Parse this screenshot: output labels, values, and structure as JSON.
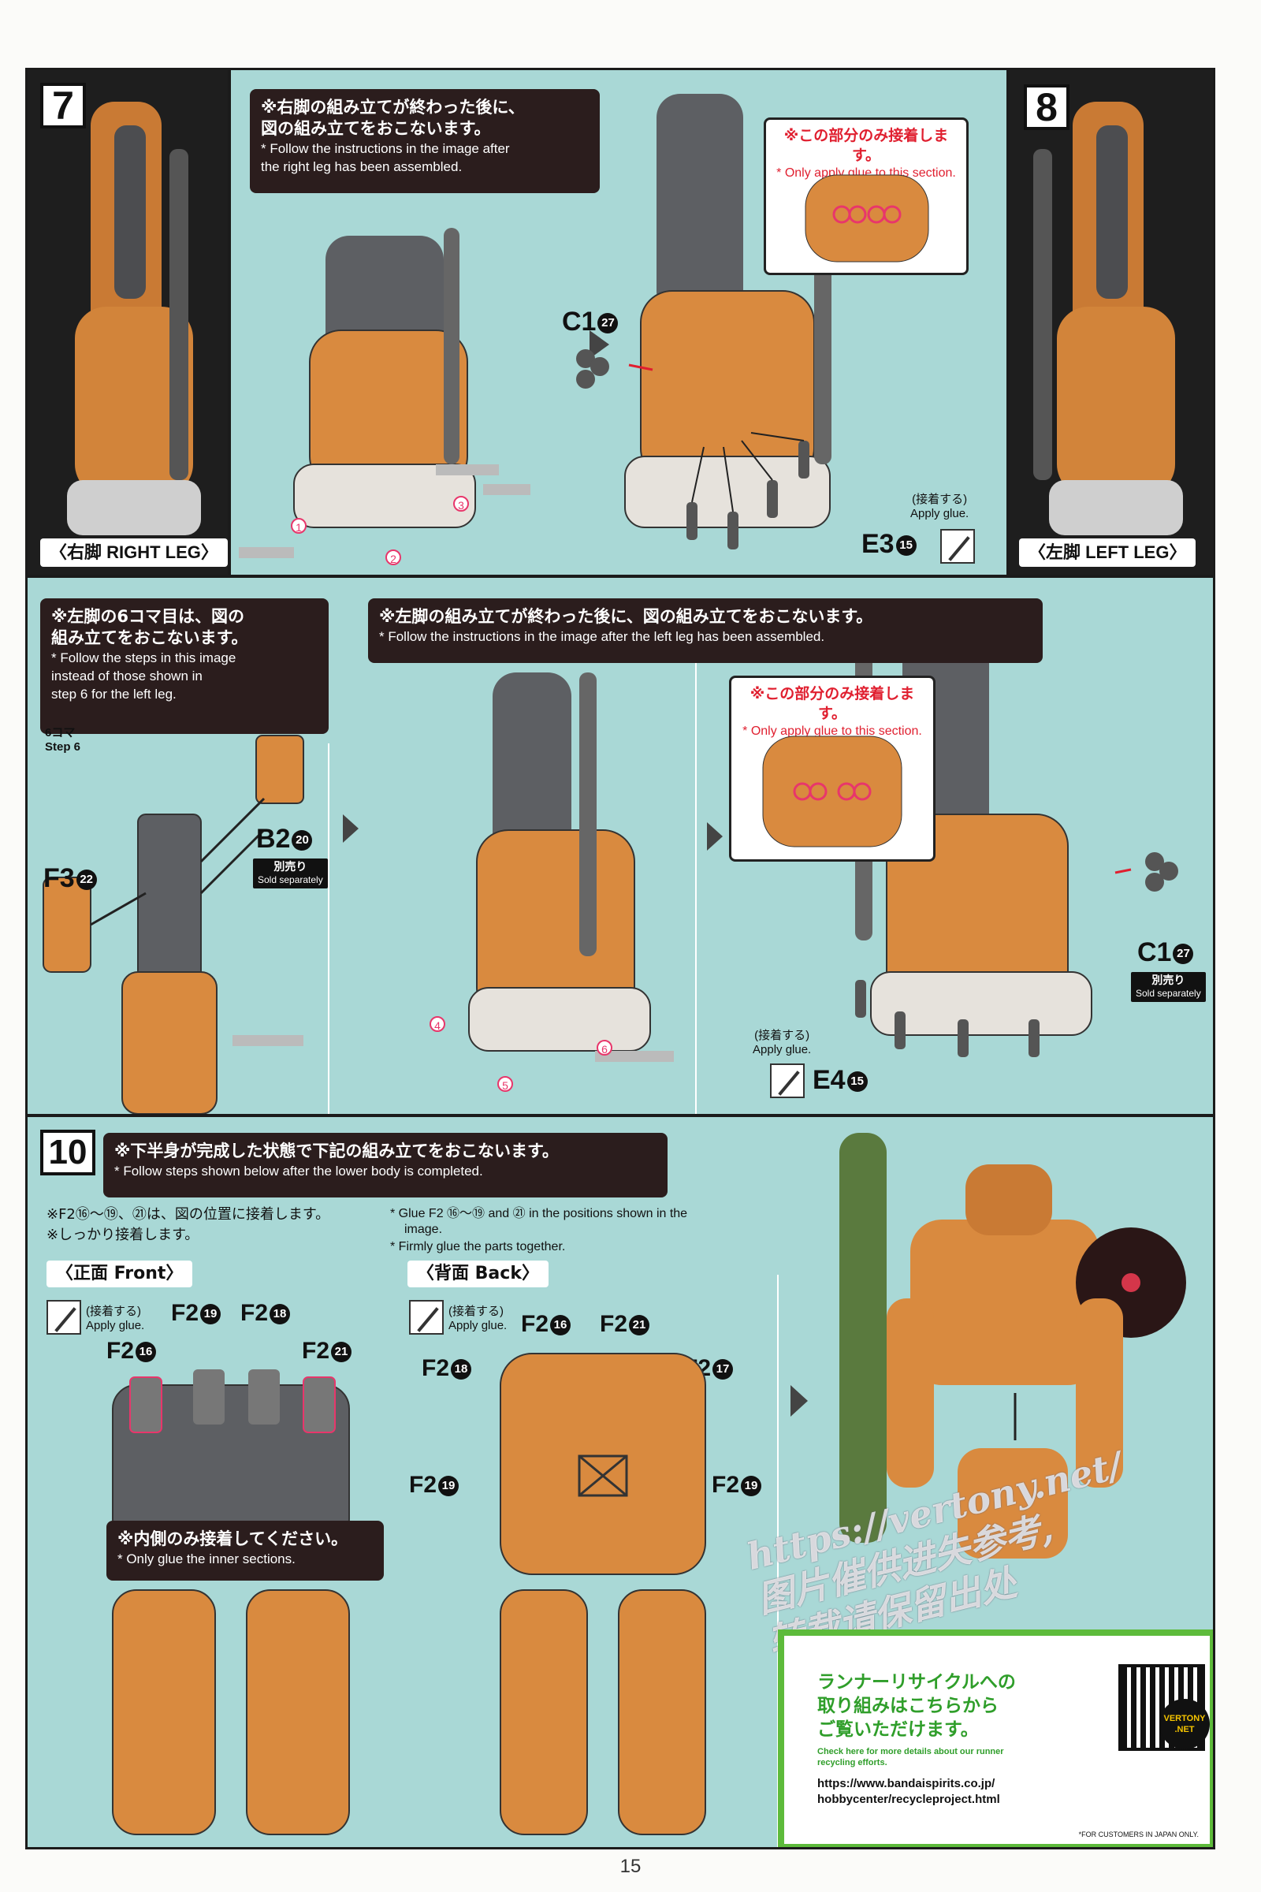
{
  "step7": {
    "number": "7",
    "note_jp_1": "※右脚の組み立てが終わった後に、",
    "note_jp_2": "図の組み立てをおこないます。",
    "note_en_1": "* Follow the instructions in the image after",
    "note_en_2": "the right leg has been assembled.",
    "glue_jp": "※この部分のみ接着します。",
    "glue_en": "* Only apply glue to this section.",
    "part_c1": "C1",
    "part_c1_num": "27",
    "part_e3": "E3",
    "part_e3_num": "15",
    "apply_glue_jp": "(接着する)",
    "apply_glue_en": "Apply glue.",
    "callouts": [
      "1",
      "2",
      "3"
    ],
    "leg_label": "〈右脚 RIGHT LEG〉"
  },
  "step8": {
    "number": "8",
    "leg_label": "〈左脚 LEFT LEG〉"
  },
  "step9": {
    "note1_jp_1": "※左脚の6コマ目は、図の",
    "note1_jp_2": "組み立てをおこないます。",
    "note1_en_1": "* Follow the steps in this image",
    "note1_en_2": "instead of those shown in",
    "note1_en_3": "step 6 for the left leg.",
    "step_label_jp": "6コマ",
    "step_label_en": "Step 6",
    "part_b2": "B2",
    "part_b2_num": "20",
    "part_f3": "F3",
    "part_f3_num": "22",
    "sold_jp": "別売り",
    "sold_en": "Sold separately",
    "note2_jp": "※左脚の組み立てが終わった後に、図の組み立てをおこないます。",
    "note2_en": "* Follow the instructions in the image after the left leg has been assembled.",
    "glue_jp": "※この部分のみ接着します。",
    "glue_en": "* Only apply glue to this section.",
    "callouts": [
      "4",
      "5",
      "6"
    ],
    "apply_glue_jp": "(接着する)",
    "apply_glue_en": "Apply glue.",
    "part_e4": "E4",
    "part_e4_num": "15",
    "part_c1": "C1",
    "part_c1_num": "27",
    "sold2_jp": "別売り",
    "sold2_en": "Sold separately"
  },
  "step10": {
    "number": "10",
    "note_jp": "※下半身が完成した状態で下記の組み立てをおこないます。",
    "note_en": "* Follow steps shown below after the lower body is completed.",
    "inst_jp_1": "※F2⑯～⑲、㉑は、図の位置に接着します。",
    "inst_jp_2": "※しっかり接着します。",
    "inst_en_1": "* Glue F2 ⑯～⑲ and ㉑ in the positions shown in the",
    "inst_en_2": "image.",
    "inst_en_3": "* Firmly glue the parts together.",
    "front_label": "〈正面 Front〉",
    "back_label": "〈背面 Back〉",
    "apply_glue_jp": "(接着する)",
    "apply_glue_en": "Apply glue.",
    "front_parts": [
      {
        "name": "F2",
        "num": "16"
      },
      {
        "name": "F2",
        "num": "19"
      },
      {
        "name": "F2",
        "num": "18"
      },
      {
        "name": "F2",
        "num": "21"
      }
    ],
    "back_parts": [
      {
        "name": "F2",
        "num": "16"
      },
      {
        "name": "F2",
        "num": "21"
      },
      {
        "name": "F2",
        "num": "18"
      },
      {
        "name": "F2",
        "num": "17"
      },
      {
        "name": "F2",
        "num": "19"
      },
      {
        "name": "F2",
        "num": "19"
      }
    ],
    "inner_jp": "※内側のみ接着してください。",
    "inner_en": "* Only glue the inner sections."
  },
  "recycle": {
    "jp_1": "ランナーリサイクルへの",
    "jp_2": "取り組みはこちらから",
    "jp_3": "ご覧いただけます。",
    "en_1": "Check here for more details about our runner",
    "en_2": "recycling efforts.",
    "url_1": "https://www.bandaispirits.co.jp/",
    "url_2": "hobbycenter/recycleproject.html",
    "footnote": "*FOR CUSTOMERS IN JAPAN ONLY.",
    "badge_1": "VERTONY",
    "badge_2": ".NET"
  },
  "watermark": {
    "line1": "https://vertony.net/",
    "line2": "图片催供进失参考,",
    "line3": "转载请保留出处"
  },
  "page_number": "15",
  "colors": {
    "panel_bg": "#a9d8d6",
    "orange": "#d98a3f",
    "gray": "#5d5f63",
    "glue_red": "#e01f2f",
    "callout_pink": "#e8366b",
    "recycle_green": "#5dbb3b"
  }
}
